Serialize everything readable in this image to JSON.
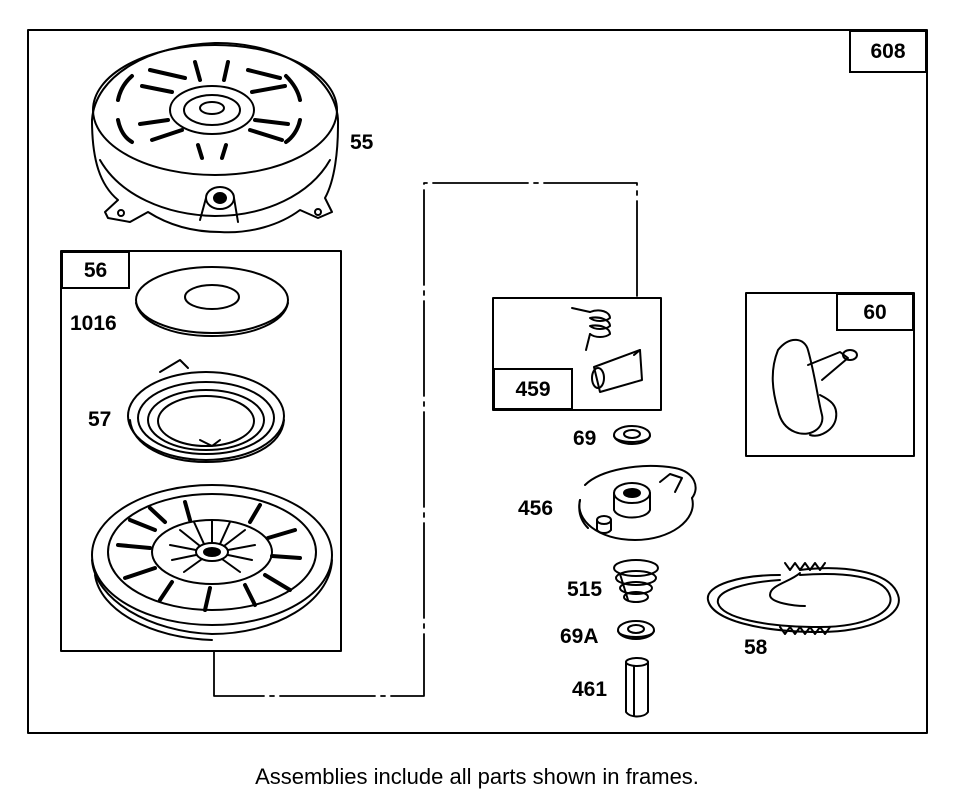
{
  "diagram": {
    "outer_frame_number": "608",
    "frames": {
      "f56": "56",
      "f459": "459",
      "f60": "60"
    },
    "parts": {
      "p55": "55",
      "p1016": "1016",
      "p57": "57",
      "p69": "69",
      "p456": "456",
      "p515": "515",
      "p69A": "69A",
      "p461": "461",
      "p58": "58"
    }
  },
  "caption": "Assemblies include all parts shown in frames."
}
